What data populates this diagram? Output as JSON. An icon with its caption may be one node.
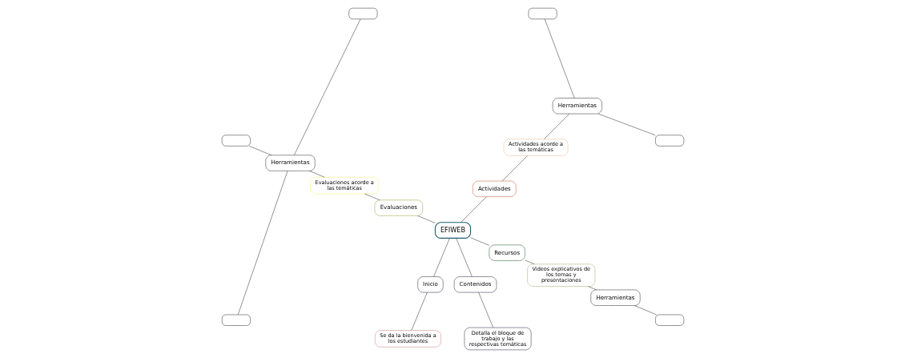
{
  "diagram": {
    "nodes": [
      {
        "text": [
          "EFIWEB"
        ]
      },
      {
        "text": [
          "Actividades"
        ]
      },
      {
        "text": [
          "Actividades acorde a las temáticas"
        ]
      },
      {
        "text": [
          "Herramientas"
        ]
      },
      {
        "text": [],
        "shape": "box"
      },
      {
        "text": [],
        "shape": "box"
      },
      {
        "text": [
          "Evaluaciones"
        ]
      },
      {
        "text": [
          "Evaluaciones acorde a las temáticas"
        ]
      },
      {
        "text": [
          "Herramientas"
        ]
      },
      {
        "text": [],
        "shape": "box"
      },
      {
        "text": [],
        "shape": "box"
      },
      {
        "text": [],
        "shape": "box"
      },
      {
        "text": [
          "Inicio"
        ]
      },
      {
        "text": [
          "Se da la bienvenida a los estudiantes"
        ]
      },
      {
        "text": [
          "Contenidos"
        ]
      },
      {
        "text": [
          "Detalla el bloque de trabajo y las respectivas temáticas"
        ]
      },
      {
        "text": [
          "Recursos"
        ]
      },
      {
        "text": [
          "Videos explicativos de los temas y presentaciones"
        ]
      },
      {
        "text": [
          "Herramientas"
        ]
      },
      {
        "text": [],
        "shape": "box"
      }
    ],
    "edges": [
      {
        "from": 0,
        "to": 1,
        "arrow": "none"
      },
      {
        "from": 1,
        "to": 2,
        "arrow": "none"
      },
      {
        "from": 2,
        "to": 3,
        "arrow": "none"
      },
      {
        "from": 3,
        "to": 4,
        "arrow": "none"
      },
      {
        "from": 3,
        "to": 5,
        "arrow": "none"
      },
      {
        "from": 0,
        "to": 6,
        "arrow": "none"
      },
      {
        "from": 6,
        "to": 7,
        "arrow": "none"
      },
      {
        "from": 7,
        "to": 8,
        "arrow": "none"
      },
      {
        "from": 8,
        "to": 9,
        "arrow": "none"
      },
      {
        "from": 8,
        "to": 10,
        "arrow": "none"
      },
      {
        "from": 8,
        "to": 11,
        "arrow": "none"
      },
      {
        "from": 0,
        "to": 12,
        "arrow": "none"
      },
      {
        "from": 12,
        "to": 13,
        "arrow": "none"
      },
      {
        "from": 0,
        "to": 14,
        "arrow": "none"
      },
      {
        "from": 14,
        "to": 15,
        "arrow": "none"
      },
      {
        "from": 0,
        "to": 16,
        "arrow": "none"
      },
      {
        "from": 16,
        "to": 17,
        "arrow": "none"
      },
      {
        "from": 17,
        "to": 18,
        "arrow": "none"
      },
      {
        "from": 18,
        "to": 19,
        "arrow": "none"
      }
    ]
  }
}
